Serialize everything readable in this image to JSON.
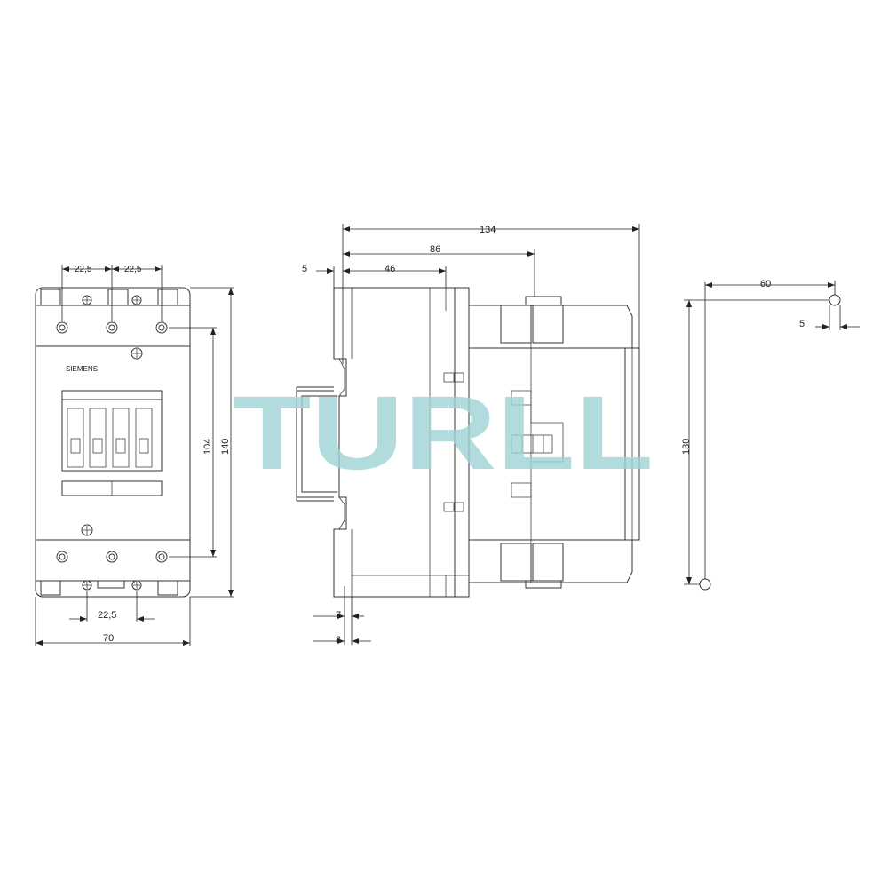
{
  "front_view": {
    "brand_label": "SIEMENS",
    "dim_pitch_top_left": "22,5",
    "dim_pitch_top_right": "22,5",
    "dim_pitch_bottom": "22,5",
    "dim_width": "70",
    "dim_height_inner": "104",
    "dim_height_outer": "140"
  },
  "side_view": {
    "dim_depth_total": "134",
    "dim_depth_mid": "86",
    "dim_depth_rail": "46",
    "dim_offset_top": "5",
    "dim_offset_bottom_a": "7",
    "dim_offset_bottom_b": "8"
  },
  "clearance_view": {
    "dim_horizontal": "60",
    "dim_offset": "5",
    "dim_vertical": "130"
  },
  "watermark": {
    "text": "TURLL"
  },
  "colors": {
    "line": "#333333",
    "watermark": "#9fd3d6"
  }
}
